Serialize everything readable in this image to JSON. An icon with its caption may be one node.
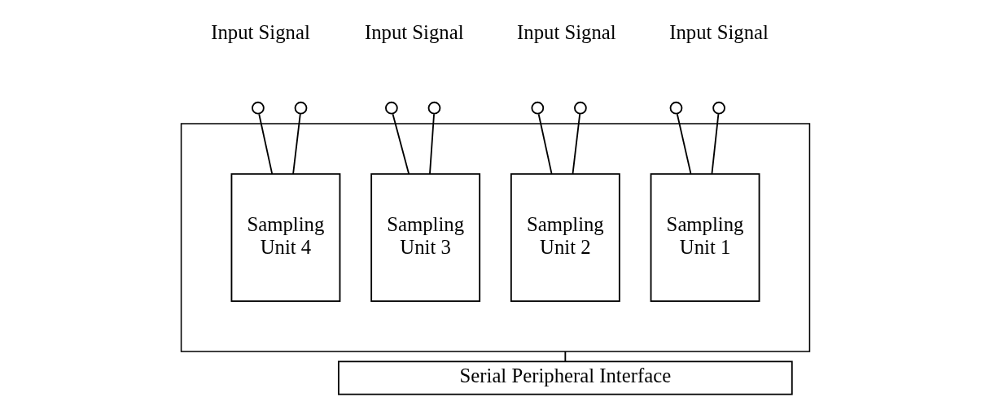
{
  "diagram": {
    "nodes": [
      {
        "text": [],
        "shape": "circle"
      },
      {
        "text": [],
        "shape": "circle"
      },
      {
        "text": [],
        "shape": "circle"
      },
      {
        "text": [],
        "shape": "circle"
      },
      {
        "text": [],
        "shape": "circle"
      },
      {
        "text": [],
        "shape": "circle"
      },
      {
        "text": [],
        "shape": "circle"
      },
      {
        "text": [],
        "shape": "circle"
      },
      {
        "text": [],
        "shape": "box"
      },
      {
        "text": [
          "Sampling Unit 4"
        ],
        "in": 8
      },
      {
        "text": [
          "Sampling Unit 3"
        ],
        "in": 8
      },
      {
        "text": [
          "Sampling Unit 2"
        ],
        "in": 8
      },
      {
        "text": [
          "Sampling Unit 1"
        ],
        "in": 8
      },
      {
        "text": [
          "Serial Peripheral Interface"
        ]
      }
    ],
    "edges": [
      {
        "from": 0,
        "to": 9,
        "arrow": "none"
      },
      {
        "from": 1,
        "to": 9,
        "arrow": "none"
      },
      {
        "from": 2,
        "to": 10,
        "arrow": "none"
      },
      {
        "from": 3,
        "to": 10,
        "arrow": "none"
      },
      {
        "from": 4,
        "to": 11,
        "arrow": "none"
      },
      {
        "from": 5,
        "to": 11,
        "arrow": "none"
      },
      {
        "from": 6,
        "to": 12,
        "arrow": "none"
      },
      {
        "from": 7,
        "to": 12,
        "arrow": "none"
      },
      {
        "from": 8,
        "to": 13,
        "arrow": "none"
      }
    ],
    "labels": [
      "Input Signal",
      "Input Signal",
      "Input Signal",
      "Input Signal"
    ]
  }
}
